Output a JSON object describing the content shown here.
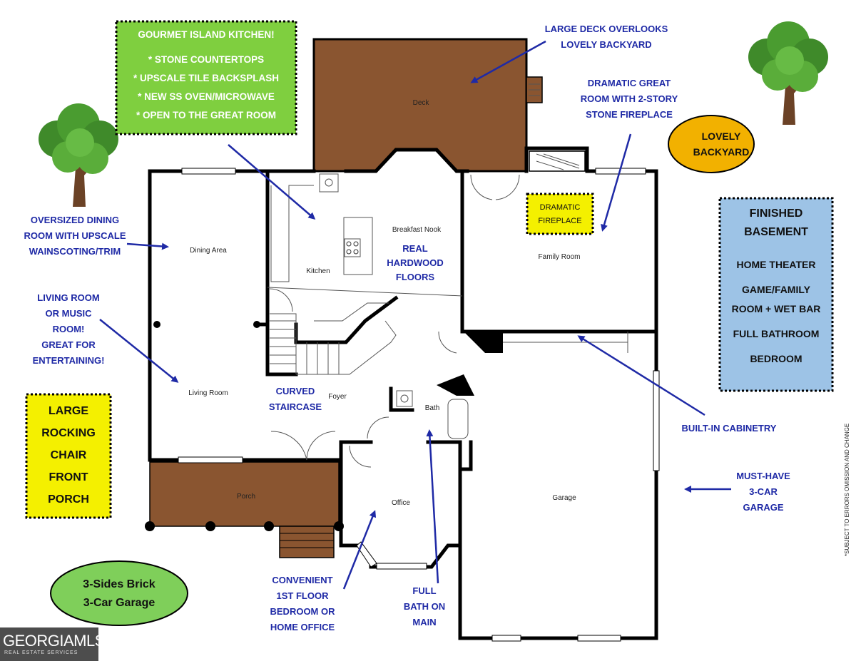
{
  "rooms": {
    "deck": "Deck",
    "breakfast_nook": "Breakfast Nook",
    "kitchen": "Kitchen",
    "dining_area": "Dining Area",
    "family_room": "Family Room",
    "living_room": "Living Room",
    "foyer": "Foyer",
    "bath": "Bath",
    "office": "Office",
    "garage": "Garage",
    "porch": "Porch"
  },
  "boxes": {
    "kitchen_features": {
      "title": "GOURMET ISLAND KITCHEN!",
      "items": [
        "* STONE COUNTERTOPS",
        "* UPSCALE TILE BACKSPLASH",
        "* NEW SS OVEN/MICROWAVE",
        "* OPEN TO THE GREAT ROOM"
      ]
    },
    "fireplace_tag": {
      "line1": "DRAMATIC",
      "line2": "FIREPLACE"
    },
    "basement": {
      "title_line1": "FINISHED",
      "title_line2": "BASEMENT",
      "items": [
        "HOME THEATER",
        "GAME/FAMILY",
        "ROOM + WET BAR",
        "FULL BATHROOM",
        "BEDROOM"
      ]
    },
    "porch_tag": {
      "lines": [
        "LARGE",
        "ROCKING",
        "CHAIR",
        "FRONT",
        "PORCH"
      ]
    },
    "backyard": {
      "line1": "LOVELY",
      "line2": "BACKYARD"
    },
    "brick": {
      "line1": "3-Sides Brick",
      "line2": "3-Car Garage"
    }
  },
  "callouts": {
    "deck": [
      "LARGE DECK OVERLOOKS",
      "LOVELY  BACKYARD"
    ],
    "great_room": [
      "DRAMATIC GREAT",
      "ROOM WITH 2-STORY",
      "STONE FIREPLACE"
    ],
    "dining": [
      "OVERSIZED DINING",
      "ROOM  WITH UPSCALE",
      "WAINSCOTING/TRIM"
    ],
    "living": [
      "LIVING ROOM",
      "OR MUSIC",
      "ROOM!",
      "GREAT FOR",
      "ENTERTAINING!"
    ],
    "floors": [
      "REAL",
      "HARDWOOD",
      "FLOORS"
    ],
    "staircase": [
      "CURVED",
      "STAIRCASE"
    ],
    "cabinetry": [
      "BUILT-IN CABINETRY"
    ],
    "garage": [
      "MUST-HAVE",
      "3-CAR",
      "GARAGE"
    ],
    "office": [
      "CONVENIENT",
      "1ST FLOOR",
      "BEDROOM OR",
      "HOME OFFICE"
    ],
    "bath": [
      "FULL",
      "BATH ON",
      "MAIN"
    ]
  },
  "disclaimer": "*SUBJECT TO ERRORS OMISSION AND CHANGE",
  "logo": {
    "main": "GEORGIAMLS",
    "sub": "REAL ESTATE SERVICES"
  },
  "colors": {
    "wall": "#000000",
    "deck_wood": "#8a5530",
    "callout_blue": "#1f2aa6",
    "kitchen_box_green": "#7fcf3f",
    "fireplace_yellow": "#f4f000",
    "basement_blue": "#9dc3e6",
    "backyard_orange": "#f2b100",
    "brick_green": "#7fcf5a",
    "logo_gray": "#4d4d4d"
  },
  "icons": [
    "tree-icon",
    "stove-icon",
    "sink-icon",
    "stairs-icon",
    "fireplace-icon",
    "door-swing-icon"
  ]
}
